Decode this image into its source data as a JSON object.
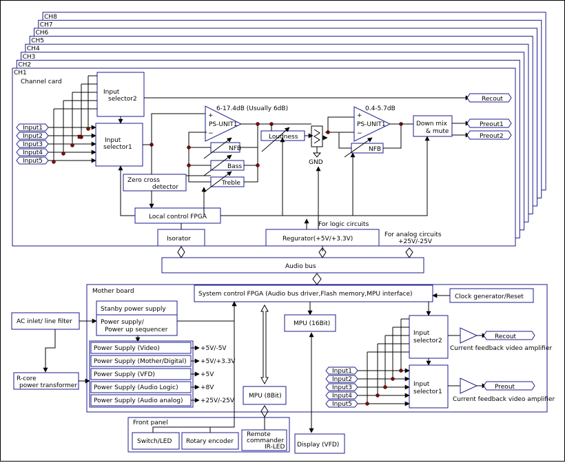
{
  "channels": [
    "CH8",
    "CH7",
    "CH6",
    "CH5",
    "CH4",
    "CH3",
    "CH2",
    "CH1"
  ],
  "channel_card": {
    "title": "Channel card",
    "input_selector2": "Input selector2",
    "input_selector1": "Input selector1",
    "inputs": [
      "Input1",
      "Input2",
      "Input3",
      "Input4",
      "Input5"
    ],
    "recout": "Recout",
    "preout1": "Preout1",
    "preout2": "Preout2",
    "ps_unit_a": "PS-UNIT1",
    "ps_unit_b": "PS-UNIT1",
    "gain_a": "6-17.4dB (Usually 6dB)",
    "gain_b": "0.4-5.7dB",
    "nfb_a": "NFB",
    "nfb_b": "NFB",
    "bass": "Bass",
    "treble": "Treble",
    "loudness": "Loudness",
    "gnd": "GND",
    "downmix": "Down mix & mute",
    "zero_cross": "Zero cross detector",
    "local_fpga": "Local control FPGA",
    "isorator": "Isorator",
    "regurator": "Regurator(+5V/+3.3V)",
    "for_logic": "For logic circuits",
    "for_analog": "For analog circuits",
    "analog_v": "+25V/-25V",
    "plus": "+",
    "minus": "−"
  },
  "audio_bus": "Audio bus",
  "mother_board": {
    "title": "Mother board",
    "sys_fpga": "System control FPGA (Audio bus driver,Flash memory,MPU interface)",
    "clock": "Clock generator/Reset",
    "standby": "Stanby power supply",
    "psu_seq": "Power supply/ Power up sequencer",
    "ac_inlet": "AC inlet/ line filter",
    "rcore": "R-core power transformer",
    "mpu16": "MPU (16Bit)",
    "mpu8": "MPU (8Bit)",
    "psus": [
      {
        "label": "Power Supply (Video)",
        "v": "+5V/-5V"
      },
      {
        "label": "Power Supply (Mother/Digital)",
        "v": "+5V/+3.3V"
      },
      {
        "label": "Power Supply (VFD)",
        "v": "+5V"
      },
      {
        "label": "Power Supply (Audio Logic)",
        "v": "+8V"
      },
      {
        "label": "Power Supply (Audio analog)",
        "v": "+25V/-25V"
      }
    ],
    "inputs": [
      "Input1",
      "Input2",
      "Input3",
      "Input4",
      "Input5"
    ],
    "input_selector2": "Input selector2",
    "input_selector1": "Input selector1",
    "recout": "Recout",
    "preout": "Preout",
    "cfva1": "Current feedback video amplifier",
    "cfva2": "Current feedback video amplifier"
  },
  "front_panel": {
    "title": "Front panel",
    "switch": "Switch/LED",
    "rotary": "Rotary encoder",
    "remote": "Remote commander IR-LED"
  },
  "display": "Display (VFD)"
}
